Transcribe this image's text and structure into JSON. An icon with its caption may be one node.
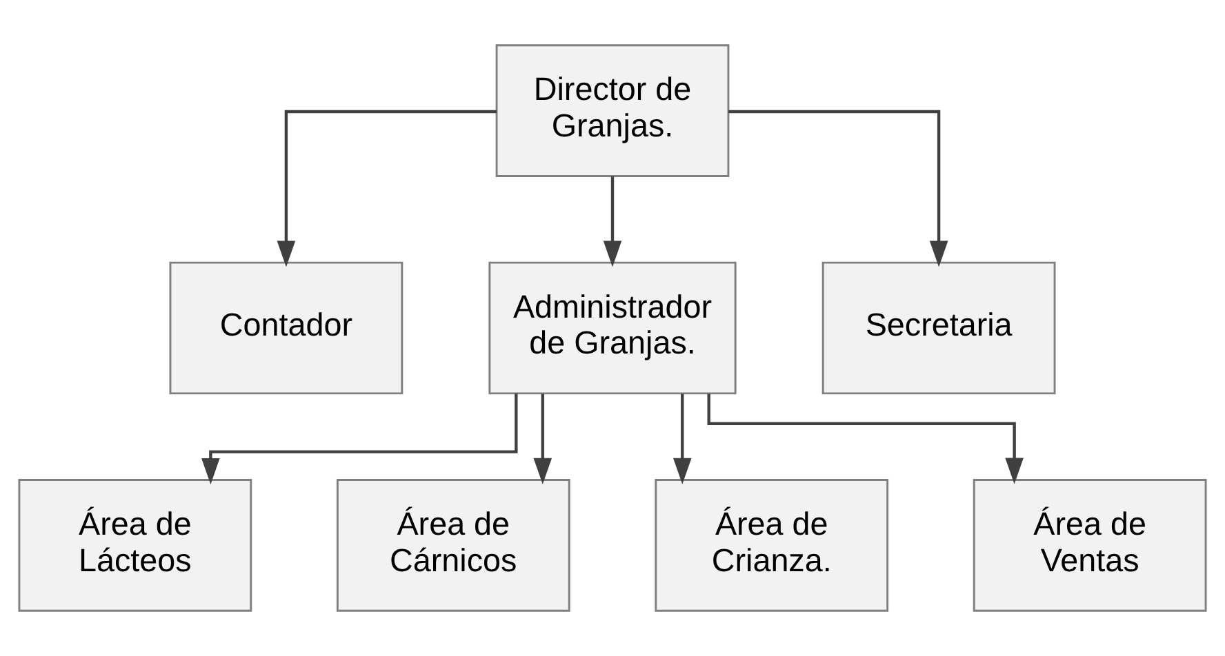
{
  "diagram": {
    "nodes": [
      {
        "text": [
          "Director de Granjas."
        ]
      },
      {
        "text": [
          "Contador"
        ]
      },
      {
        "text": [
          "Administrador de Granjas."
        ]
      },
      {
        "text": [
          "Secretaria"
        ]
      },
      {
        "text": [
          "Área de Lácteos"
        ]
      },
      {
        "text": [
          "Área de Cárnicos"
        ]
      },
      {
        "text": [
          "Área de Crianza."
        ]
      },
      {
        "text": [
          "Área de Ventas"
        ]
      }
    ],
    "edges": [
      {
        "from": 0,
        "to": 1,
        "arrow": "to"
      },
      {
        "from": 0,
        "to": 2,
        "arrow": "to"
      },
      {
        "from": 0,
        "to": 3,
        "arrow": "to"
      },
      {
        "from": 2,
        "to": 4,
        "arrow": "to"
      },
      {
        "from": 2,
        "to": 5,
        "arrow": "to"
      },
      {
        "from": 2,
        "to": 6,
        "arrow": "to"
      },
      {
        "from": 2,
        "to": 7,
        "arrow": "to"
      }
    ]
  }
}
